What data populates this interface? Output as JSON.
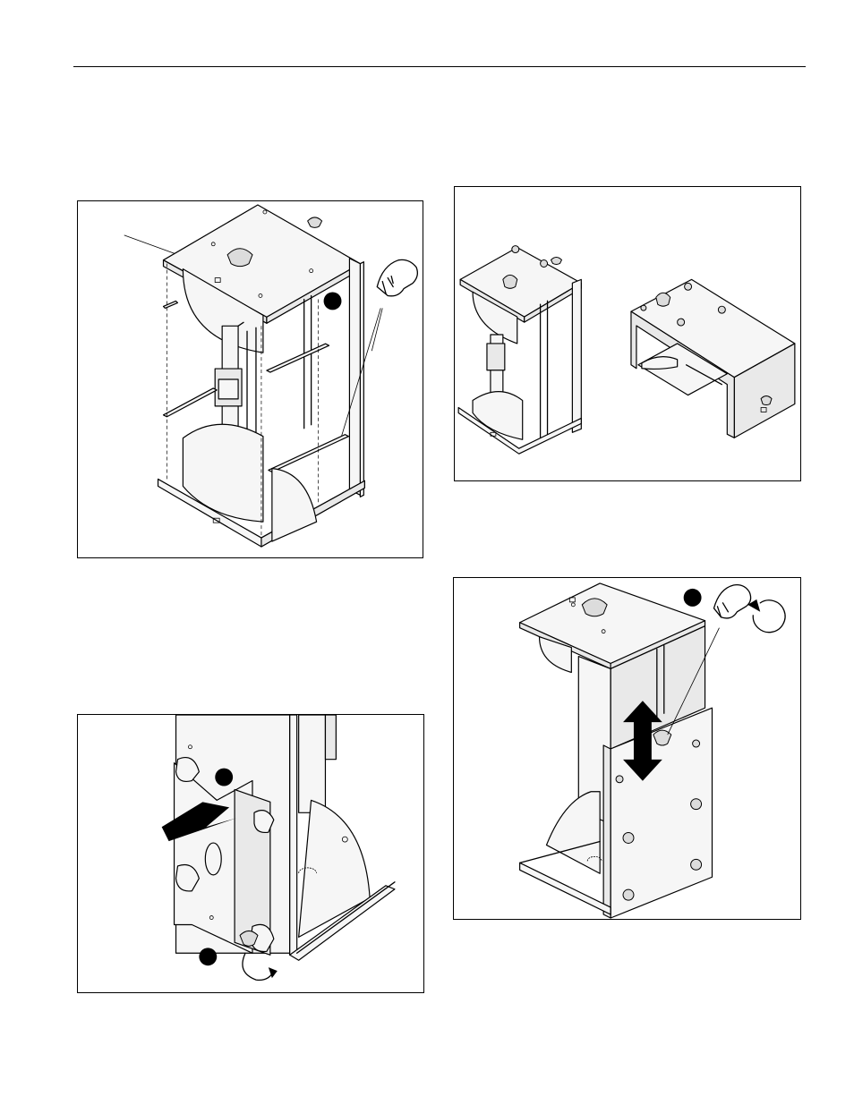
{
  "page": {
    "background": "#ffffff",
    "line_color": "#000000"
  },
  "figures": [
    {
      "id": "fig1",
      "content": "cpu-holder-exploded-view",
      "callouts": 1,
      "icons": [
        "hand-tighten-icon"
      ]
    },
    {
      "id": "fig2",
      "content": "cpu-holder-upright-and-horizontal-views",
      "callouts": 0,
      "icons": []
    },
    {
      "id": "fig3",
      "content": "side-bracket-release-closeup",
      "callouts": 2,
      "icons": [
        "remove-arrow-icon",
        "rotate-clockwise-arrow-icon"
      ]
    },
    {
      "id": "fig4",
      "content": "height-adjustment-view",
      "callouts": 1,
      "icons": [
        "hand-tighten-icon",
        "rotate-counterclockwise-icon",
        "up-down-arrow-icon"
      ]
    }
  ]
}
